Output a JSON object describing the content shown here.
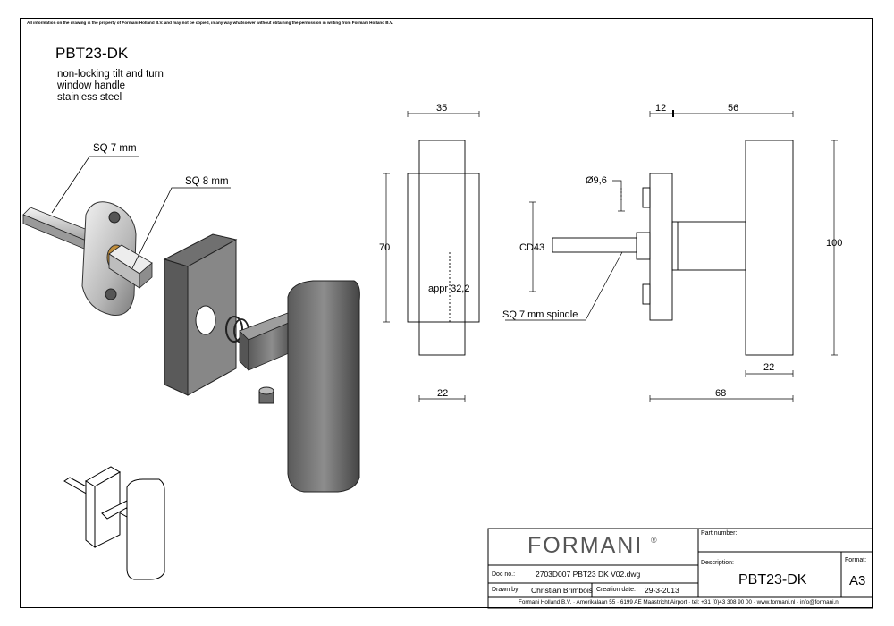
{
  "disclaimer": "All information on the drawing is the property of Formani Holland B.V. and may not be copied, in any way whatsoever without obtaining the permission in writing from Formani Holland B.V.",
  "header": {
    "title": "PBT23-DK",
    "description_lines": [
      "non-locking tilt and turn",
      "window handle",
      "stainless steel"
    ]
  },
  "callouts": {
    "sq7": "SQ 7 mm",
    "sq8": "SQ 8 mm",
    "spindle": "SQ 7 mm spindle",
    "cd": "CD43",
    "dia": "Ø9,6",
    "appr": "appr 32,2"
  },
  "dimensions": {
    "front_width": "35",
    "front_height": "70",
    "front_base": "22",
    "side_rose": "12",
    "side_handle": "56",
    "side_height": "100",
    "side_grip": "22",
    "side_total": "68"
  },
  "title_block": {
    "brand": "FORMANI",
    "brand_mark": "®",
    "part_number_label": "Part number:",
    "part_number_value": "",
    "description_label": "Description:",
    "description_value": "PBT23-DK",
    "format_label": "Format:",
    "format_value": "A3",
    "doc_no_label": "Doc no.:",
    "doc_no_value": "2703D007 PBT23 DK V02.dwg",
    "drawn_by_label": "Drawn by:",
    "drawn_by_value": "Christian Brimbois",
    "creation_date_label": "Creation date:",
    "creation_date_value": "29-3-2013",
    "footer": "Formani Holland B.V. · Amerikalaan 55 · 6199 AE Maastricht Airport · tel: +31 (0)43 308 90 00 · www.formani.nl · info@formani.nl"
  }
}
